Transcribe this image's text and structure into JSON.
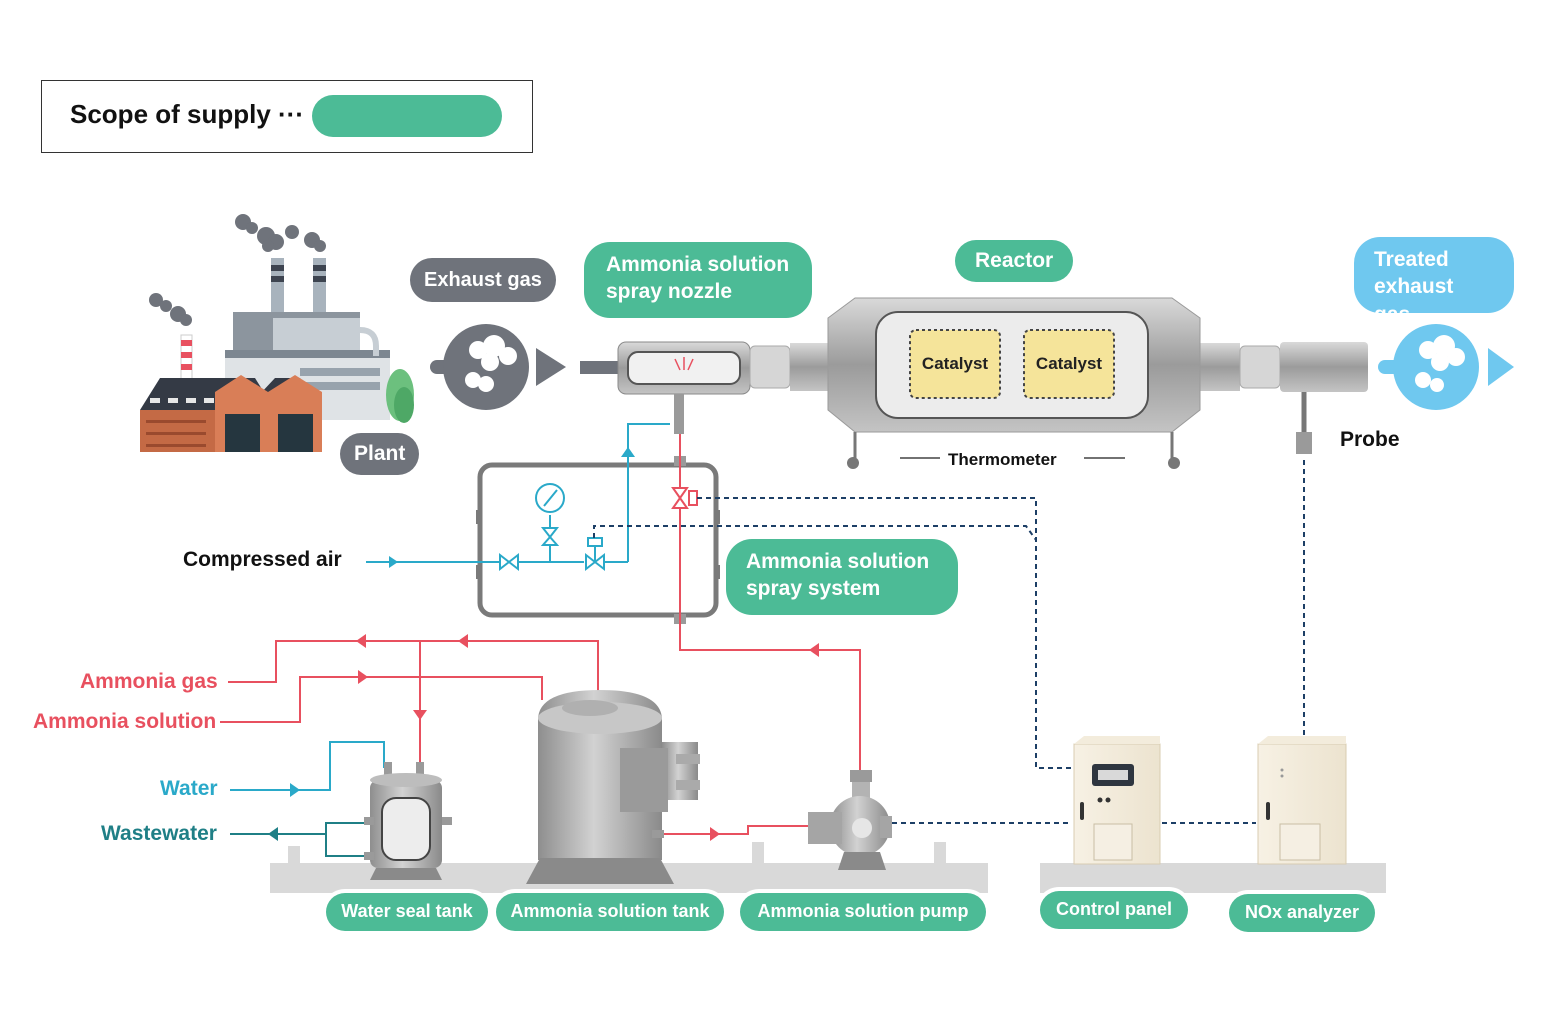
{
  "legend": {
    "label": "Scope of supply ···",
    "swatch_color": "#4cbb96"
  },
  "labels": {
    "exhaust_gas": "Exhaust gas",
    "plant": "Plant",
    "spray_nozzle": [
      "Ammonia solution",
      "spray nozzle"
    ],
    "reactor": "Reactor",
    "catalyst_1": "Catalyst",
    "catalyst_2": "Catalyst",
    "thermometer": "Thermometer",
    "treated_gas": [
      "Treated",
      "exhaust gas"
    ],
    "probe": "Probe",
    "compressed_air": "Compressed air",
    "spray_system": [
      "Ammonia solution",
      "spray system"
    ],
    "ammonia_gas": "Ammonia gas",
    "ammonia_solution": "Ammonia solution",
    "water": "Water",
    "wastewater": "Wastewater",
    "water_seal_tank": "Water seal tank",
    "ammonia_solution_tank": "Ammonia solution tank",
    "ammonia_solution_pump": "Ammonia solution pump",
    "control_panel": "Control panel",
    "nox_analyzer": "NOx analyzer"
  },
  "colors": {
    "scope_green": "#4cbb96",
    "label_gray": "#6f737b",
    "treated_blue": "#6fc8ef",
    "ammonia_red": "#e8505f",
    "water_blue": "#2aa9c9",
    "wastewater_teal": "#1f7f86",
    "signal_navy": "#1d3f66"
  }
}
